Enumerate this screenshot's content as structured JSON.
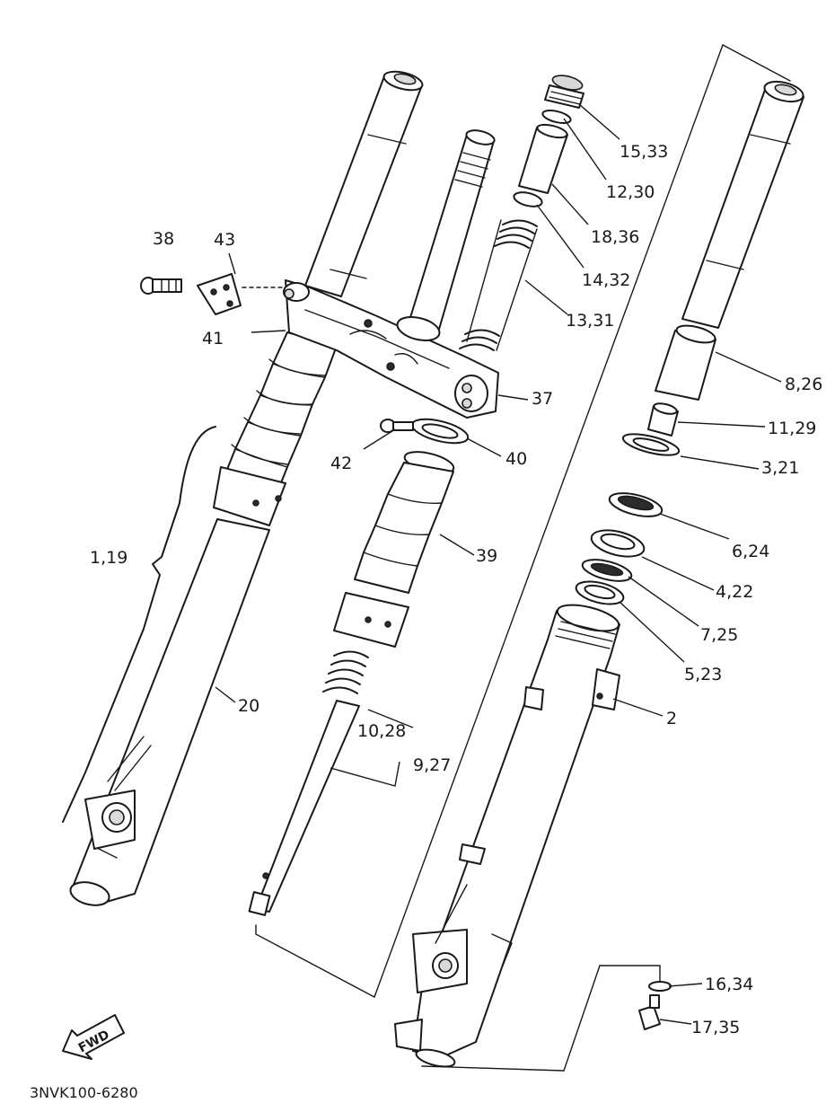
{
  "diagram": {
    "drawing_code": "3NVK100-6280",
    "direction_badge": "FWD",
    "callouts": {
      "c1": "15,33",
      "c2": "12,30",
      "c3": "18,36",
      "c4": "14,32",
      "c5": "13,31",
      "c6": "38",
      "c7": "43",
      "c8": "41",
      "c9": "37",
      "c10": "8,26",
      "c11": "11,29",
      "c12": "3,21",
      "c13": "42",
      "c14": "40",
      "c15": "1,19",
      "c16": "39",
      "c17": "6,24",
      "c18": "4,22",
      "c19": "7,25",
      "c20": "5,23",
      "c21": "20",
      "c22": "2",
      "c23": "10,28",
      "c24": "9,27",
      "c25": "16,34",
      "c26": "17,35"
    }
  }
}
